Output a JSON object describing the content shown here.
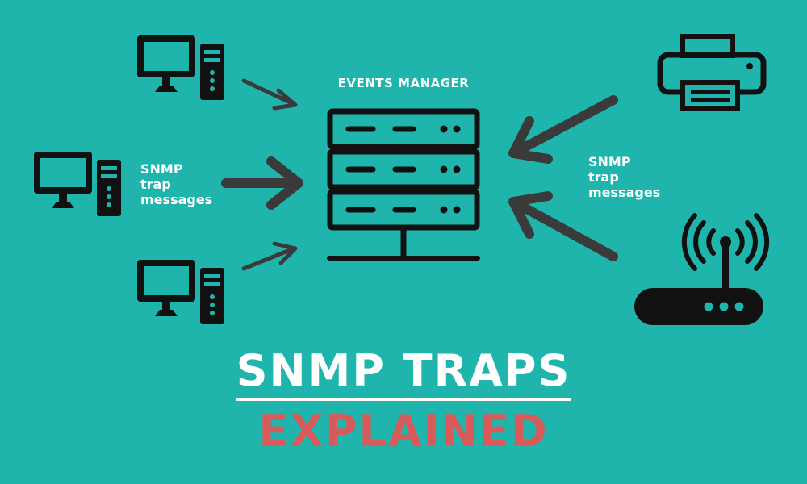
{
  "colors": {
    "background": "#1fb5ac",
    "icon": "#111111",
    "arrow": "#3a3a3a",
    "text": "#ffffff",
    "accent": "#d95a5a"
  },
  "diagram": {
    "manager_label": "EVENTS MANAGER",
    "left_label": [
      "SNMP",
      "trap",
      "messages"
    ],
    "right_label": [
      "SNMP",
      "trap",
      "messages"
    ],
    "devices": {
      "left": [
        "computer-icon",
        "computer-icon",
        "computer-icon"
      ],
      "right": [
        "printer-icon",
        "router-icon"
      ],
      "center": "server-rack-icon"
    }
  },
  "headline": {
    "title": "SNMP TRAPS",
    "subtitle": "EXPLAINED"
  }
}
